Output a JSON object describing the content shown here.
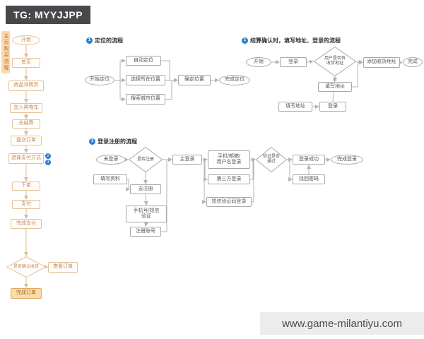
{
  "badge": {
    "label": "TG: MYYJJPP"
  },
  "watermark": {
    "label": "www.game-milantiyu.com"
  },
  "colors": {
    "accent_blue": "#2F7FD1",
    "badge_bg": "#48484C",
    "watermark_bg": "#ECECEC",
    "left_flow_accent": "#E8A05E"
  },
  "left_flow": {
    "side_label": "主页购买流程",
    "markers": [
      "2",
      "3"
    ],
    "nodes": [
      {
        "id": "L1",
        "shape": "oval",
        "label": "开始"
      },
      {
        "id": "L2",
        "shape": "rect",
        "label": "首页"
      },
      {
        "id": "L3",
        "shape": "rect",
        "label": "商品详情页"
      },
      {
        "id": "L4",
        "shape": "rect",
        "label": "加入购物车"
      },
      {
        "id": "L5",
        "shape": "rect",
        "label": "去结算"
      },
      {
        "id": "L6",
        "shape": "rect",
        "label": "提交订单"
      },
      {
        "id": "L7",
        "shape": "rect",
        "label": "选择支付方式"
      },
      {
        "id": "L8",
        "shape": "rect",
        "label": "下单"
      },
      {
        "id": "L9",
        "shape": "rect",
        "label": "支付"
      },
      {
        "id": "L10",
        "shape": "rect",
        "label": "完成支付"
      },
      {
        "id": "L11",
        "shape": "diamond",
        "label": "是否确认收货"
      },
      {
        "id": "L12",
        "shape": "rect",
        "label": "查看订单"
      },
      {
        "id": "L13",
        "shape": "rect",
        "label": "完成订单",
        "emphasis": true
      }
    ]
  },
  "flows": [
    {
      "id": "locate",
      "num": "1",
      "title": "定位的流程",
      "nodes": [
        {
          "id": "A1",
          "shape": "oval",
          "label": "开始定位"
        },
        {
          "id": "A2",
          "shape": "rect",
          "label": "自动定位"
        },
        {
          "id": "A3",
          "shape": "rect",
          "label": "选择所在位置"
        },
        {
          "id": "A4",
          "shape": "rect",
          "label": "搜索城市位置"
        },
        {
          "id": "A5",
          "shape": "rect",
          "label": "确定位置"
        },
        {
          "id": "A6",
          "shape": "oval",
          "label": "完成定位"
        }
      ]
    },
    {
      "id": "checkout",
      "num": "1",
      "title": "结算确认时，填写地址、登录的流程",
      "nodes": [
        {
          "id": "B1",
          "shape": "oval",
          "label": "开始"
        },
        {
          "id": "B2",
          "shape": "rect",
          "label": "登录"
        },
        {
          "id": "B3",
          "shape": "diamond",
          "label": "用户是否有\n收货地址"
        },
        {
          "id": "B4",
          "shape": "rect",
          "label": "添加收货地址"
        },
        {
          "id": "B5",
          "shape": "oval",
          "label": "完成"
        },
        {
          "id": "B6",
          "shape": "rect",
          "label": "填写地址"
        },
        {
          "id": "B7",
          "shape": "rect",
          "label": "填写地址"
        },
        {
          "id": "B8",
          "shape": "rect",
          "label": "登录"
        }
      ]
    },
    {
      "id": "login",
      "num": "1",
      "title": "登录注册的流程",
      "nodes": [
        {
          "id": "C1",
          "shape": "oval",
          "label": "未登录"
        },
        {
          "id": "C2",
          "shape": "diamond",
          "label": "是否注册"
        },
        {
          "id": "C3",
          "shape": "rect",
          "label": "主登录"
        },
        {
          "id": "C4",
          "shape": "rect",
          "label": "手机/邮箱/\n用户名登录"
        },
        {
          "id": "C5",
          "shape": "diamond",
          "label": "验证是否\n通过"
        },
        {
          "id": "C6",
          "shape": "rect",
          "label": "登录成功"
        },
        {
          "id": "C7",
          "shape": "oval",
          "label": "完成登录"
        },
        {
          "id": "C8",
          "shape": "rect",
          "label": "第三方登录"
        },
        {
          "id": "C9",
          "shape": "rect",
          "label": "短信验证码登录"
        },
        {
          "id": "C10",
          "shape": "rect",
          "label": "找回密码"
        },
        {
          "id": "C11",
          "shape": "rect",
          "label": "填写资料"
        },
        {
          "id": "C12",
          "shape": "rect",
          "label": "去注册"
        },
        {
          "id": "C13",
          "shape": "rect",
          "label": "手机号/短信\n验证"
        },
        {
          "id": "C14",
          "shape": "rect",
          "label": "注册账号"
        }
      ]
    }
  ]
}
